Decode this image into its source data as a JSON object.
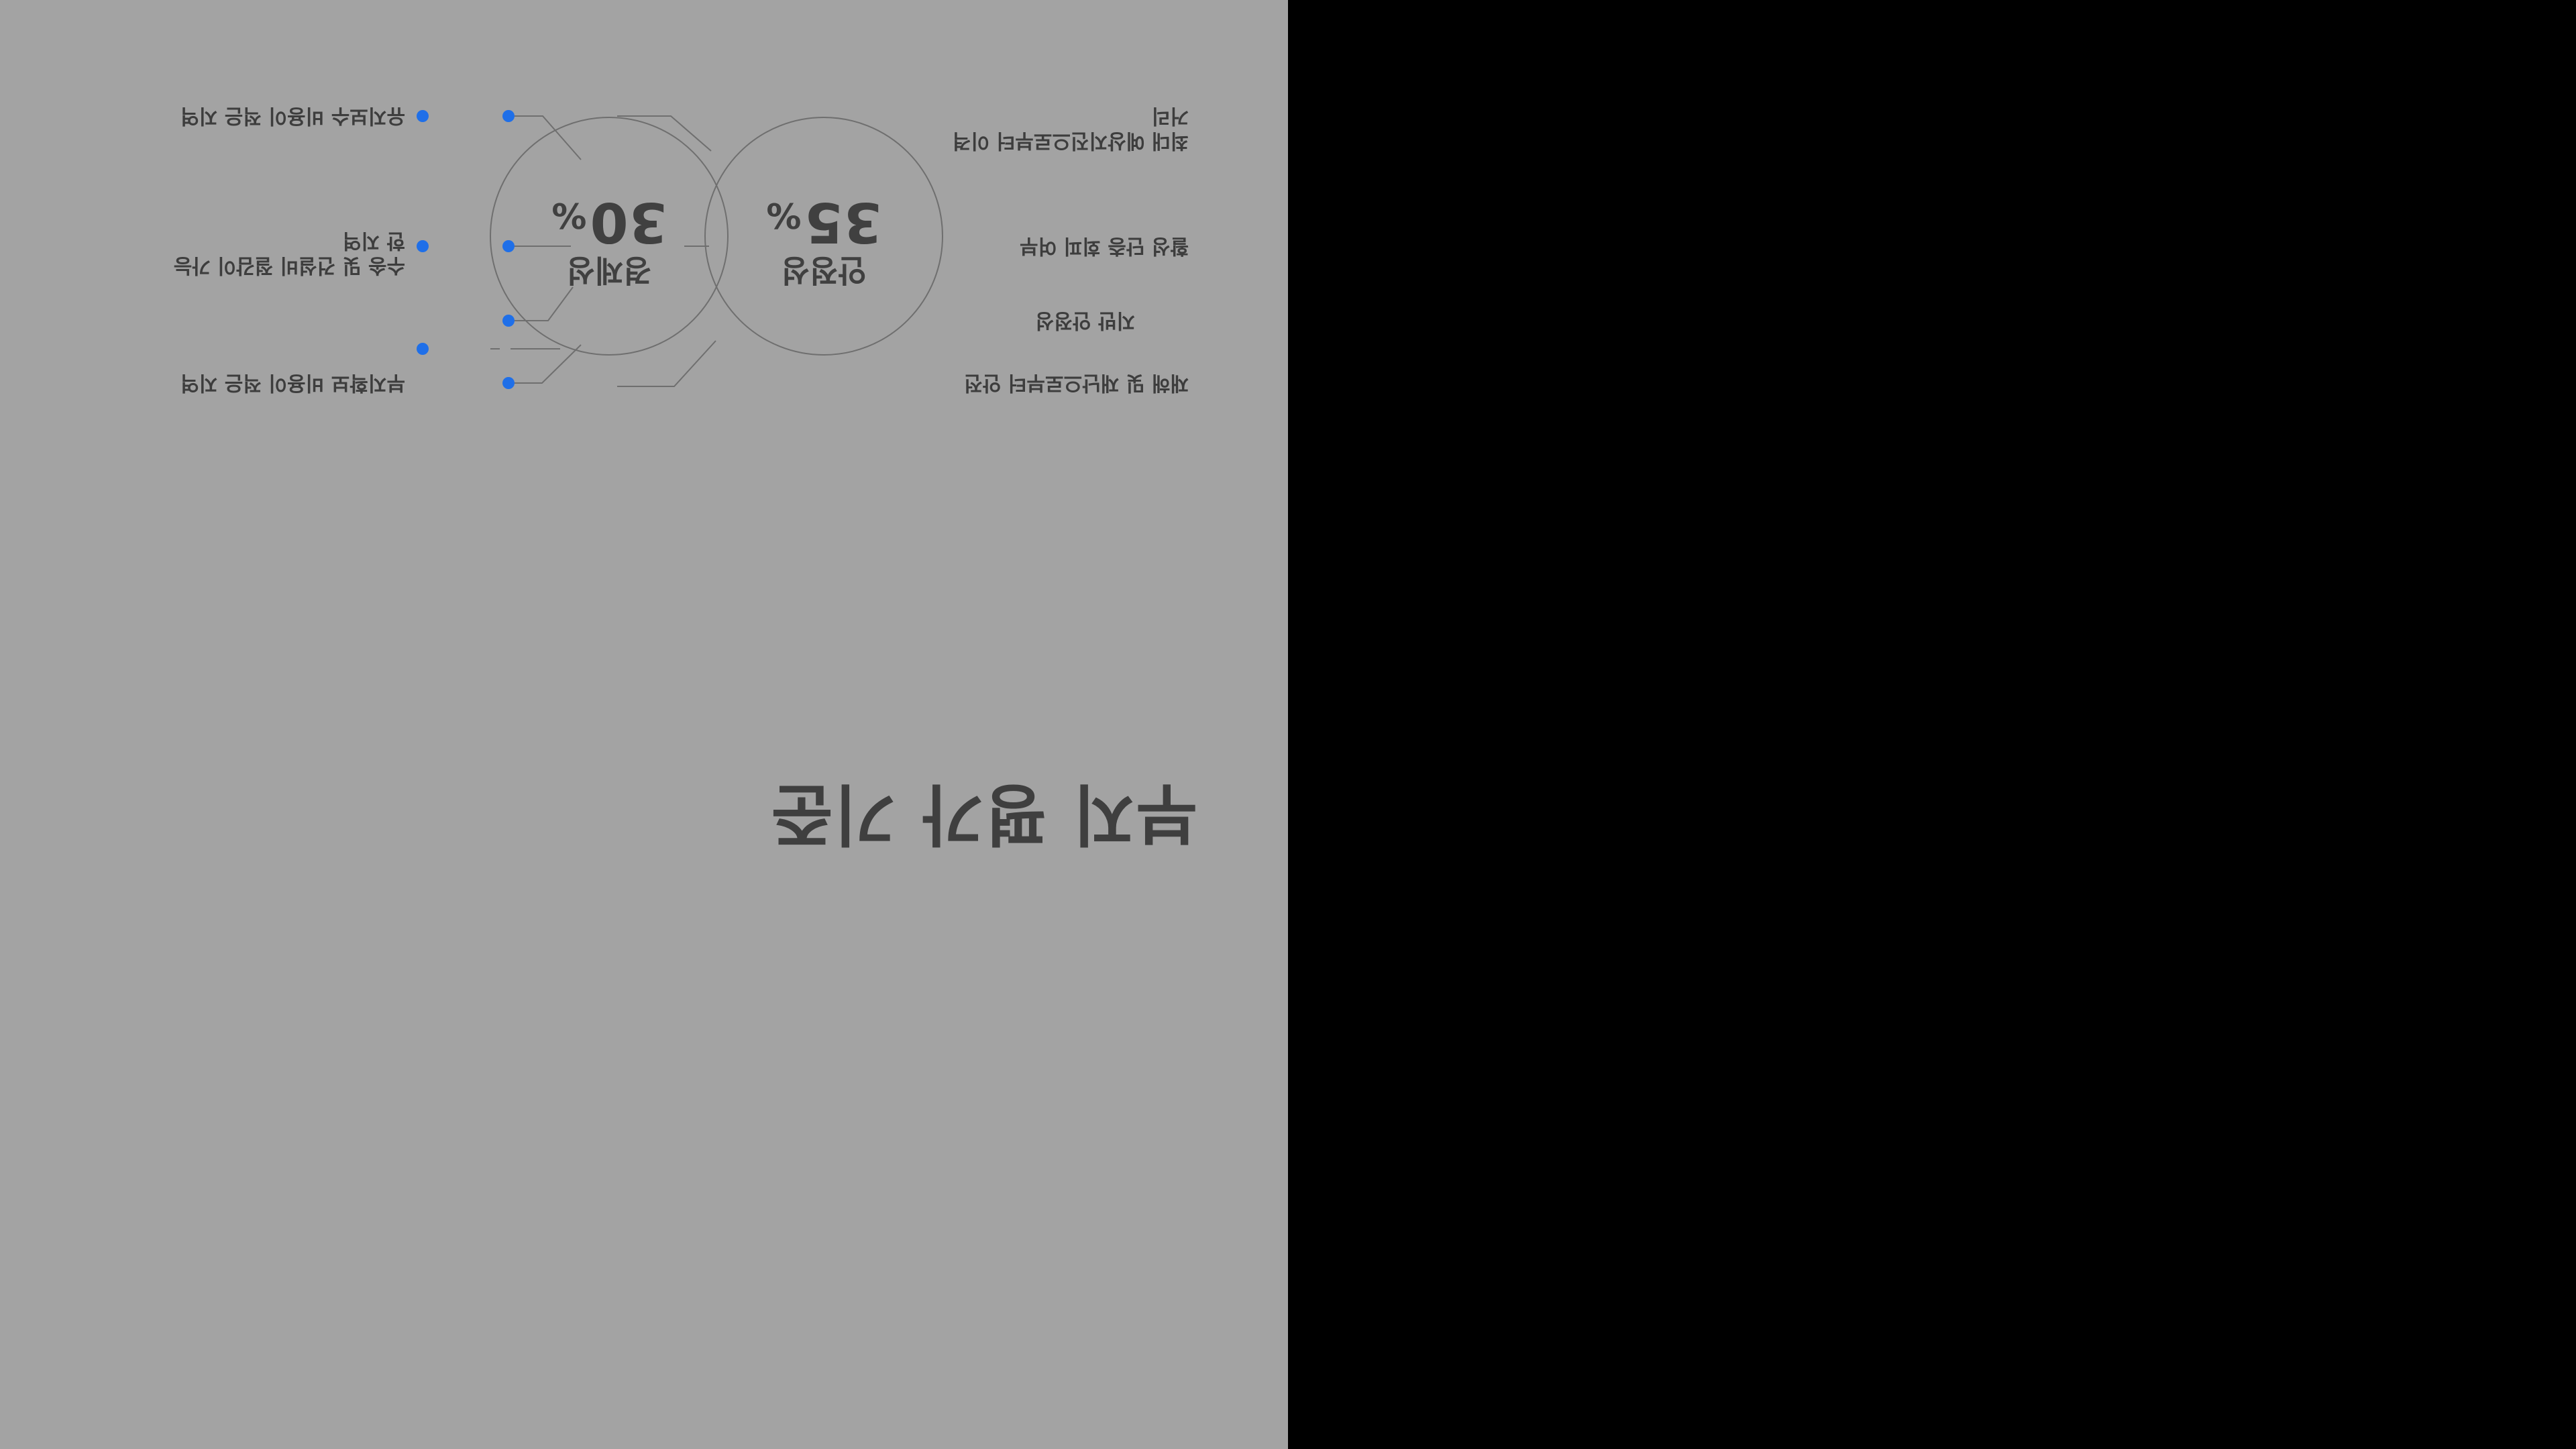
{
  "title": "부지 평가 기준",
  "circles": [
    {
      "label": "안정성",
      "value": "35",
      "unit": "%"
    },
    {
      "label": "경제성",
      "value": "30",
      "unit": "%"
    }
  ],
  "left_items": [
    "재해 및 재난으로부터 안전",
    "지반 안정성",
    "활성 단층 회피 여부",
    "최대 예상지진으로부터 이격",
    "거리"
  ],
  "right_items": [
    "부지확보 비용이 적은 지역",
    "수송 및 건설비 절감이 가능",
    "한 지역",
    "유지보수 비용이 적은 지역"
  ],
  "colors": {
    "background": "#a3a3a3",
    "outside": "#000000",
    "text": "#3f3f3f",
    "accent_dot": "#1f6fe8",
    "line": "#6f6f6f"
  }
}
